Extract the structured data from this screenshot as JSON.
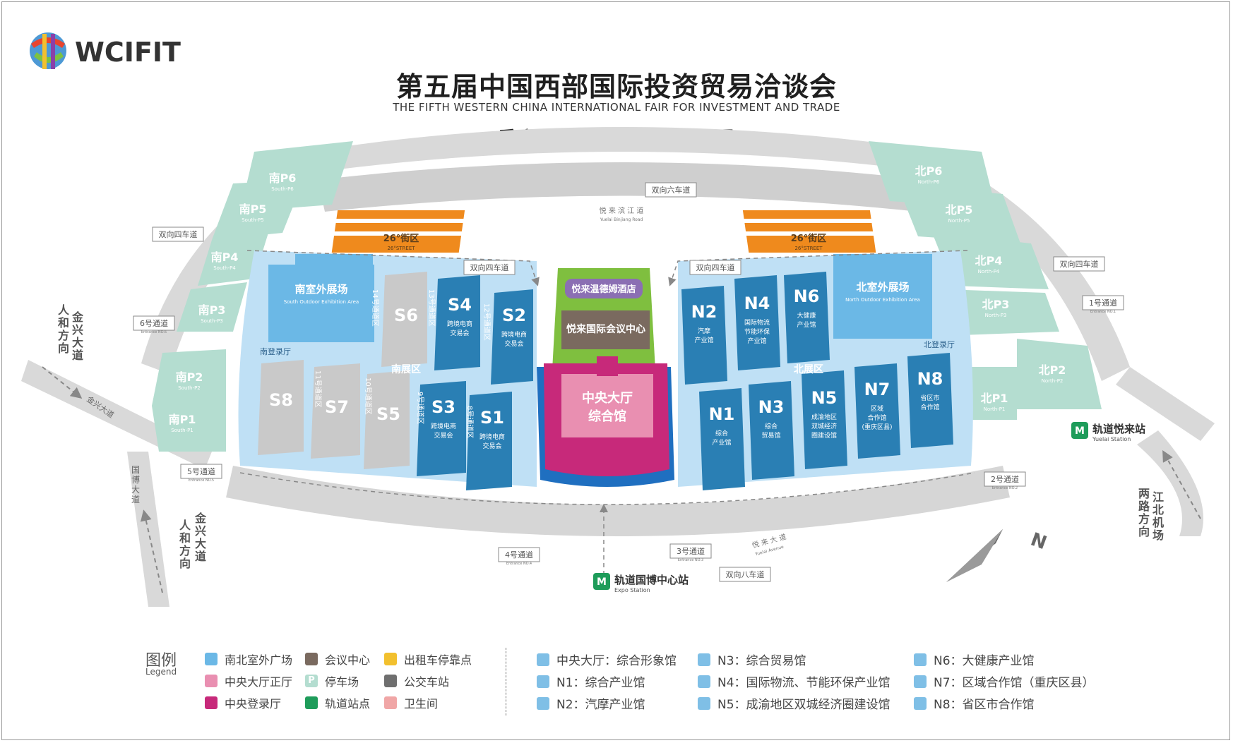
{
  "header": {
    "logo": "WCIFIT",
    "title": "第五届中国西部国际投资贸易洽谈会",
    "subtitle": "THE FIFTH  WESTERN CHINA INTERNATIONAL FAIR FOR INVESTMENT AND TRADE",
    "map_title": "重庆国际博览中心总平面图"
  },
  "colors": {
    "road": "#d9d9d9",
    "parking": "#b4ddd0",
    "outdoor": "#bfe0f5",
    "outdoor_dark": "#6bb8e6",
    "hall_blue": "#2a7fb4",
    "hall_gray": "#c9c9c9",
    "street_orange": "#ef8a1d",
    "central_pink": "#c7297a",
    "central_light": "#e98fb1",
    "conference": "#7a6a5f",
    "hotel": "#8b6fb3",
    "green": "#7fbf3f",
    "rail_green": "#1e9c5a"
  },
  "map": {
    "parking_south": [
      {
        "label": "南P",
        "num": "6",
        "en": "South-P6"
      },
      {
        "label": "南P",
        "num": "5",
        "en": "South-P5"
      },
      {
        "label": "南P",
        "num": "4",
        "en": "South-P4"
      },
      {
        "label": "南P",
        "num": "3",
        "en": "South-P3"
      },
      {
        "label": "南P",
        "num": "2",
        "en": "South-P2"
      },
      {
        "label": "南P",
        "num": "1",
        "en": "South-P1"
      }
    ],
    "parking_north": [
      {
        "label": "北P",
        "num": "6",
        "en": "North-P6"
      },
      {
        "label": "北P",
        "num": "5",
        "en": "North-P5"
      },
      {
        "label": "北P",
        "num": "4",
        "en": "North-P4"
      },
      {
        "label": "北P",
        "num": "3",
        "en": "North-P3"
      },
      {
        "label": "北P",
        "num": "2",
        "en": "North-P2"
      },
      {
        "label": "北P",
        "num": "1",
        "en": "North-P1"
      }
    ],
    "street_26": "26°街区",
    "street_26_en": "26°STREET",
    "south_outdoor": "南室外展场",
    "south_outdoor_en": "South Outdoor Exhibition Area",
    "north_outdoor": "北室外展场",
    "north_outdoor_en": "North Outdoor Exhibition Area",
    "south_lobby": "南登录厅",
    "north_lobby": "北登录厅",
    "south_zone": "南展区",
    "north_zone": "北展区",
    "hotel": "悦来温德姆酒店",
    "conference": "悦来国际会议中心",
    "central_hall_1": "中央大厅",
    "central_hall_2": "综合馆",
    "halls_south_gray": [
      "S6",
      "S8",
      "S7",
      "S5"
    ],
    "halls_south_blue": [
      {
        "id": "S4",
        "desc": [
          "跨境电商",
          "交易会"
        ]
      },
      {
        "id": "S2",
        "desc": [
          "跨境电商",
          "交易会"
        ]
      },
      {
        "id": "S3",
        "desc": [
          "跨境电商",
          "交易会"
        ]
      },
      {
        "id": "S1",
        "desc": [
          "跨境电商",
          "交易会"
        ]
      }
    ],
    "halls_north": [
      {
        "id": "N2",
        "desc": [
          "汽摩",
          "产业馆"
        ]
      },
      {
        "id": "N4",
        "desc": [
          "国际物流",
          "节能环保",
          "产业馆"
        ]
      },
      {
        "id": "N6",
        "desc": [
          "大健康",
          "产业馆"
        ]
      },
      {
        "id": "N1",
        "desc": [
          "综合",
          "产业馆"
        ]
      },
      {
        "id": "N3",
        "desc": [
          "综合",
          "贸易馆"
        ]
      },
      {
        "id": "N5",
        "desc": [
          "成渝地区",
          "双城经济",
          "圈建设馆"
        ]
      },
      {
        "id": "N7",
        "desc": [
          "区域",
          "合作馆",
          "(重庆区县)"
        ]
      },
      {
        "id": "N8",
        "desc": [
          "省区市",
          "合作馆"
        ]
      }
    ],
    "corridors": [
      "14号通道区",
      "13号通道区",
      "12号通道区",
      "11号通道区",
      "10号通道区",
      "9号通道区",
      "8号通道区"
    ],
    "road_labels": {
      "six_lane": "双向六车道",
      "four_lane_left": "双向四车道",
      "four_lane_mid": "双向四车道",
      "four_lane_center": "双向四车道",
      "four_lane_right": "双向四车道",
      "eight_lane": "双向八车道"
    },
    "street_name_top": "悦 来 滨 江 道",
    "street_name_top_en": "Yuelai Binjiang Road",
    "street_name_bottom": "悦 来 大 道",
    "street_name_bottom_en": "Yuelai Avenue",
    "gates": [
      {
        "label": "1号通道",
        "en": "Entrance NO.1"
      },
      {
        "label": "2号通道",
        "en": "Entrance NO.2"
      },
      {
        "label": "3号通道",
        "en": "Entrance NO.3"
      },
      {
        "label": "4号通道",
        "en": "Entrance NO.4"
      },
      {
        "label": "5号通道",
        "en": "Entrance NO.5"
      },
      {
        "label": "6号通道",
        "en": "Entrance NO.6"
      }
    ],
    "stations": [
      {
        "name": "轨道国博中心站",
        "en": "Expo Station"
      },
      {
        "name": "轨道悦来站",
        "en": "Yuelai Station"
      }
    ],
    "directions": {
      "jinxing_top": "金兴大道",
      "jinxing_top_2": "人和方向",
      "jinxing_bottom": "金兴大道",
      "jinxing_bottom_2": "人和方向",
      "expo_avenue": "国博大道",
      "jinxing_road": "金兴大道",
      "jiangbei": "江北机场",
      "jiangbei_2": "两路方向"
    },
    "compass": "N"
  },
  "legend": {
    "title": "图例",
    "title_en": "Legend",
    "symbols": [
      {
        "label": "南北室外广场",
        "color": "#6bb8e6",
        "kind": "swatch"
      },
      {
        "label": "会议中心",
        "color": "#7a6a5f",
        "kind": "swatch"
      },
      {
        "label": "出租车停靠点",
        "color": "#f2c02e",
        "kind": "taxi"
      },
      {
        "label": "中央大厅正厅",
        "color": "#e98fb1",
        "kind": "swatch"
      },
      {
        "label": "停车场",
        "color": "#b4ddd0",
        "kind": "parking",
        "glyph": "P"
      },
      {
        "label": "公交车站",
        "color": "#6f6f6f",
        "kind": "bus"
      },
      {
        "label": "中央登录厅",
        "color": "#c7297a",
        "kind": "swatch"
      },
      {
        "label": "轨道站点",
        "color": "#1e9c5a",
        "kind": "rail"
      },
      {
        "label": "卫生间",
        "color": "#f0a6a6",
        "kind": "wc"
      }
    ],
    "halls": [
      "中央大厅：综合形象馆",
      "N1：综合产业馆",
      "N2：汽摩产业馆",
      "N3：综合贸易馆",
      "N4：国际物流、节能环保产业馆",
      "N5：成渝地区双城经济圈建设馆",
      "N6：大健康产业馆",
      "N7：区域合作馆（重庆区县）",
      "N8：省区市合作馆"
    ]
  }
}
